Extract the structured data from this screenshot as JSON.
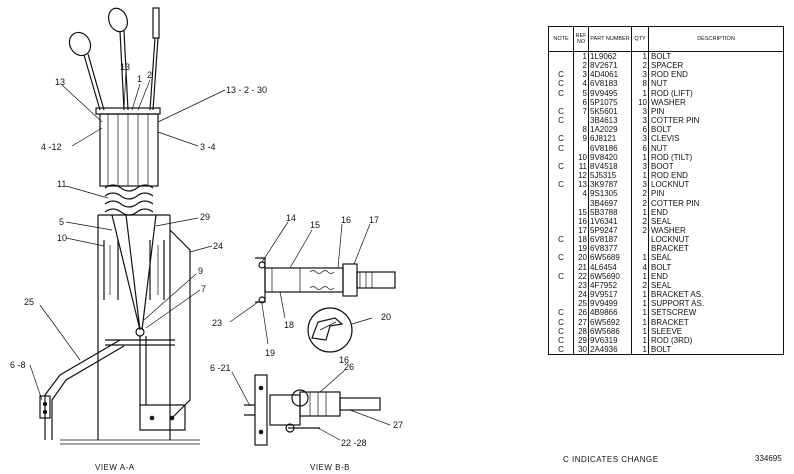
{
  "drawing": {
    "view_aa_label": "VIEW A-A",
    "view_bb_label": "VIEW B-B",
    "callouts": {
      "c13a": "13",
      "c13b": "13",
      "c1": "1",
      "c2": "2",
      "c13_2_30": "13 - 2 - 30",
      "c4_12": "4 -12",
      "c3_4": "3 -4",
      "c11": "11",
      "c5": "5",
      "c29": "29",
      "c10": "10",
      "c24": "24",
      "c9": "9",
      "c7": "7",
      "c25": "25",
      "c6_8": "6 -8",
      "c14": "14",
      "c15": "15",
      "c16a": "16",
      "c17": "17",
      "c23": "23",
      "c18": "18",
      "c19": "19",
      "c20": "20",
      "c16b": "16",
      "c6_21": "6 -21",
      "c26": "26",
      "c27": "27",
      "c22_28": "22 -28"
    }
  },
  "parts_table": {
    "headers": {
      "note": "NOTE",
      "ref_no": "REF NO",
      "part_number": "PART NUMBER",
      "qty": "QTY",
      "description": "DESCRIPTION"
    },
    "rows": [
      {
        "note": "",
        "ref": "1",
        "part": "1L9062",
        "qty": "1",
        "desc": "BOLT"
      },
      {
        "note": "",
        "ref": "2",
        "part": "8V2671",
        "qty": "2",
        "desc": "SPACER"
      },
      {
        "note": "C",
        "ref": "3",
        "part": "4D4061",
        "qty": "3",
        "desc": "ROD END"
      },
      {
        "note": "C",
        "ref": "4",
        "part": "6V8183",
        "qty": "8",
        "desc": "NUT"
      },
      {
        "note": "C",
        "ref": "5",
        "part": "9V9495",
        "qty": "1",
        "desc": "ROD (LIFT)"
      },
      {
        "note": "",
        "ref": "6",
        "part": "5P1075",
        "qty": "10",
        "desc": "WASHER"
      },
      {
        "note": "C",
        "ref": "7",
        "part": "5K5601",
        "qty": "3",
        "desc": "PIN"
      },
      {
        "note": "C",
        "ref": "",
        "part": "3B4613",
        "qty": "3",
        "desc": "COTTER PIN"
      },
      {
        "note": "",
        "ref": "8",
        "part": "1A2029",
        "qty": "6",
        "desc": "BOLT"
      },
      {
        "note": "C",
        "ref": "9",
        "part": "6J8121",
        "qty": "3",
        "desc": "CLEVIS"
      },
      {
        "note": "C",
        "ref": "",
        "part": "6V8186",
        "qty": "6",
        "desc": "NUT"
      },
      {
        "note": "",
        "ref": "10",
        "part": "9V8420",
        "qty": "1",
        "desc": "ROD (TILT)"
      },
      {
        "note": "C",
        "ref": "11",
        "part": "8V4518",
        "qty": "3",
        "desc": "BOOT"
      },
      {
        "note": "",
        "ref": "12",
        "part": "5J5315",
        "qty": "1",
        "desc": "ROD END"
      },
      {
        "note": "C",
        "ref": "13",
        "part": "3K9787",
        "qty": "3",
        "desc": "LOCKNUT"
      },
      {
        "note": "",
        "ref": "4",
        "part": "9S1305",
        "qty": "2",
        "desc": "PIN"
      },
      {
        "note": "",
        "ref": "",
        "part": "3B4697",
        "qty": "2",
        "desc": "COTTER PIN"
      },
      {
        "note": "",
        "ref": "15",
        "part": "5B3788",
        "qty": "1",
        "desc": "END"
      },
      {
        "note": "",
        "ref": "16",
        "part": "1V6341",
        "qty": "2",
        "desc": "SEAL"
      },
      {
        "note": "",
        "ref": "17",
        "part": "5P9247",
        "qty": "2",
        "desc": "WASHER"
      },
      {
        "note": "C",
        "ref": "18",
        "part": "6V8187",
        "qty": "",
        "desc": "LOCKNUT"
      },
      {
        "note": "",
        "ref": "19",
        "part": "6V8377",
        "qty": "",
        "desc": "BRACKET"
      },
      {
        "note": "C",
        "ref": "20",
        "part": "6W5689",
        "qty": "1",
        "desc": "SEAL"
      },
      {
        "note": "",
        "ref": "21",
        "part": "4L6454",
        "qty": "4",
        "desc": "BOLT"
      },
      {
        "note": "C",
        "ref": "22",
        "part": "6W5690",
        "qty": "1",
        "desc": "END"
      },
      {
        "note": "",
        "ref": "23",
        "part": "4F7952",
        "qty": "2",
        "desc": "SEAL"
      },
      {
        "note": "",
        "ref": "24",
        "part": "9V9517",
        "qty": "1",
        "desc": "BRACKET AS."
      },
      {
        "note": "",
        "ref": "25",
        "part": "9V9499",
        "qty": "1",
        "desc": "SUPPORT AS."
      },
      {
        "note": "C",
        "ref": "26",
        "part": "4B9866",
        "qty": "1",
        "desc": "SETSCREW"
      },
      {
        "note": "C",
        "ref": "27",
        "part": "6W5692",
        "qty": "1",
        "desc": "BRACKET"
      },
      {
        "note": "C",
        "ref": "28",
        "part": "6W5686",
        "qty": "1",
        "desc": "SLEEVE"
      },
      {
        "note": "C",
        "ref": "29",
        "part": "9V6319",
        "qty": "1",
        "desc": "ROD (3RD)"
      },
      {
        "note": "C",
        "ref": "30",
        "part": "2A4936",
        "qty": "1",
        "desc": "BOLT"
      }
    ]
  },
  "footer": {
    "note_legend": "C INDICATES CHANGE",
    "drawing_number": "334695"
  }
}
